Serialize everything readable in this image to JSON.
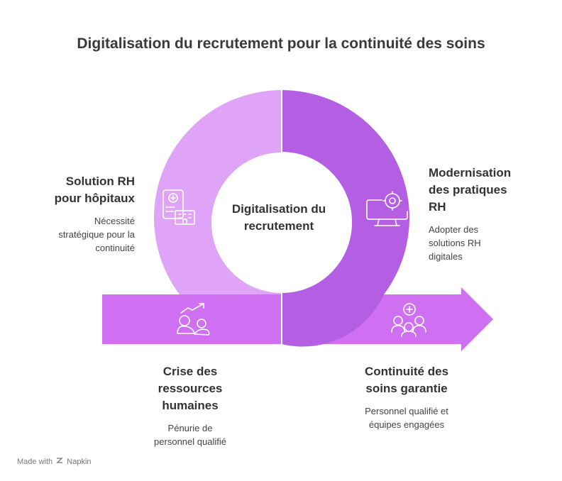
{
  "title": "Digitalisation du recrutement pour la continuité des soins",
  "center": {
    "line1": "Digitalisation du",
    "line2": "recrutement"
  },
  "sections": {
    "top_left": {
      "title_line1": "Solution RH",
      "title_line2": "pour hôpitaux",
      "desc_line1": "Nécessité",
      "desc_line2": "stratégique pour la",
      "desc_line3": "continuité",
      "icon": "hospital-document-icon"
    },
    "top_right": {
      "title_line1": "Modernisation",
      "title_line2": "des pratiques",
      "title_line3": "RH",
      "desc_line1": "Adopter des",
      "desc_line2": "solutions RH",
      "desc_line3": "digitales",
      "icon": "computer-gear-icon"
    },
    "bottom_left": {
      "title_line1": "Crise des",
      "title_line2": "ressources",
      "title_line3": "humaines",
      "desc_line1": "Pénurie de",
      "desc_line2": "personnel qualifié",
      "icon": "crisis-trend-icon"
    },
    "bottom_right": {
      "title_line1": "Continuité des",
      "title_line2": "soins garantie",
      "desc_line1": "Personnel qualifié et",
      "desc_line2": "équipes engagées",
      "icon": "team-plus-icon"
    }
  },
  "colors": {
    "light_purple": "#dfa3f8",
    "dark_purple": "#b45ee4",
    "arrow_purple": "#cf6ff2"
  },
  "footer": {
    "made_with": "Made with",
    "brand": "Napkin"
  }
}
